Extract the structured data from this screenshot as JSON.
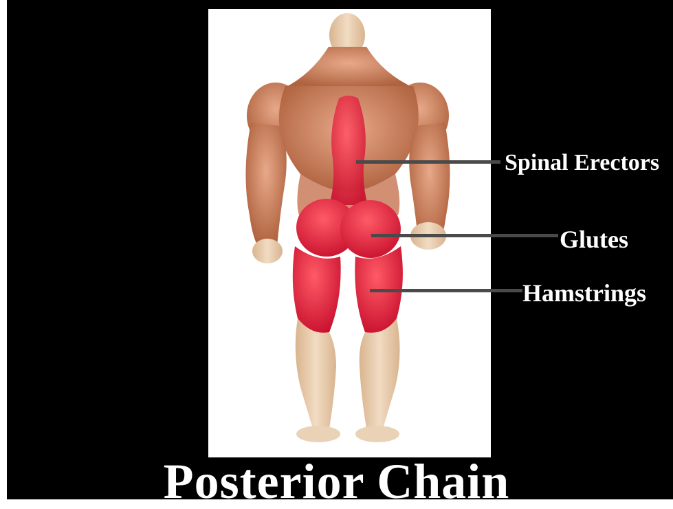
{
  "title": "Posterior Chain",
  "labels": {
    "spinal_erectors": "Spinal Erectors",
    "glutes": "Glutes",
    "hamstrings": "Hamstrings"
  },
  "colors": {
    "background": "#000000",
    "panel": "#ffffff",
    "skin": "#e8c9a8",
    "muscle": "#c9805f",
    "highlight": "#e8283a",
    "leader": "#4a4a4a",
    "text": "#ffffff"
  }
}
